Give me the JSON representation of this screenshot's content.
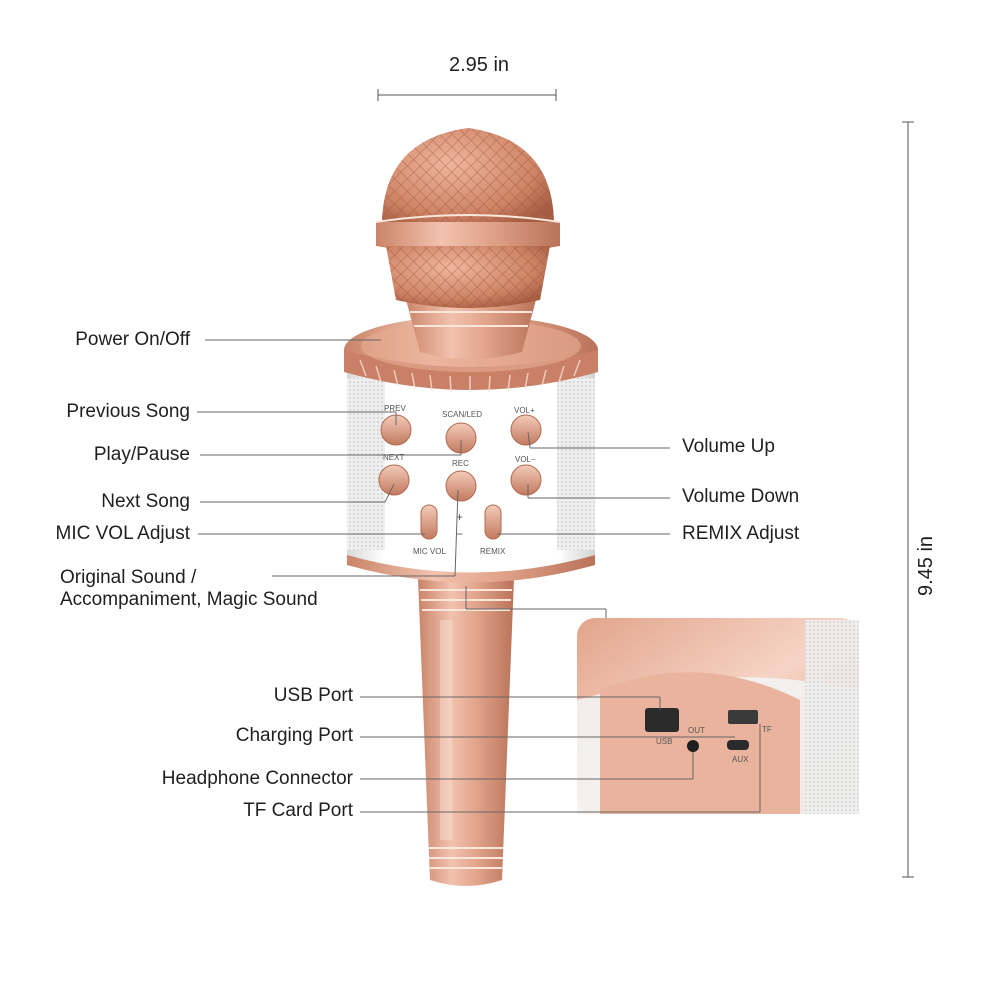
{
  "dimensions": {
    "width": "2.95 in",
    "height": "9.45 in"
  },
  "callouts_left": [
    {
      "label": "Power On/Off"
    },
    {
      "label": "Previous Song"
    },
    {
      "label": "Play/Pause"
    },
    {
      "label": "Next Song"
    },
    {
      "label": "MIC VOL Adjust"
    },
    {
      "label": "Original Sound /"
    },
    {
      "label": "Accompaniment, Magic Sound"
    },
    {
      "label": "USB Port"
    },
    {
      "label": "Charging Port"
    },
    {
      "label": "Headphone Connector"
    },
    {
      "label": "TF Card Port"
    }
  ],
  "callouts_right": [
    {
      "label": "Volume Up"
    },
    {
      "label": "Volume Down"
    },
    {
      "label": "REMIX Adjust"
    }
  ],
  "device_buttons": {
    "prev": "PREV",
    "scan_led": "SCAN/LED",
    "vol_up": "VOL+",
    "next": "NEXT",
    "rec": "REC",
    "vol_down": "VOL−",
    "mic_vol": "MIC VOL",
    "remix": "REMIX",
    "plus": "+",
    "minus": "−"
  },
  "port_labels": {
    "usb": "USB",
    "out": "OUT",
    "aux": "AUX",
    "tf": "TF"
  },
  "colors": {
    "rose_gold": "#d99a82",
    "rose_gold_dark": "#b86e55",
    "speaker_grey": "#e6e6e6",
    "line": "#555555"
  }
}
